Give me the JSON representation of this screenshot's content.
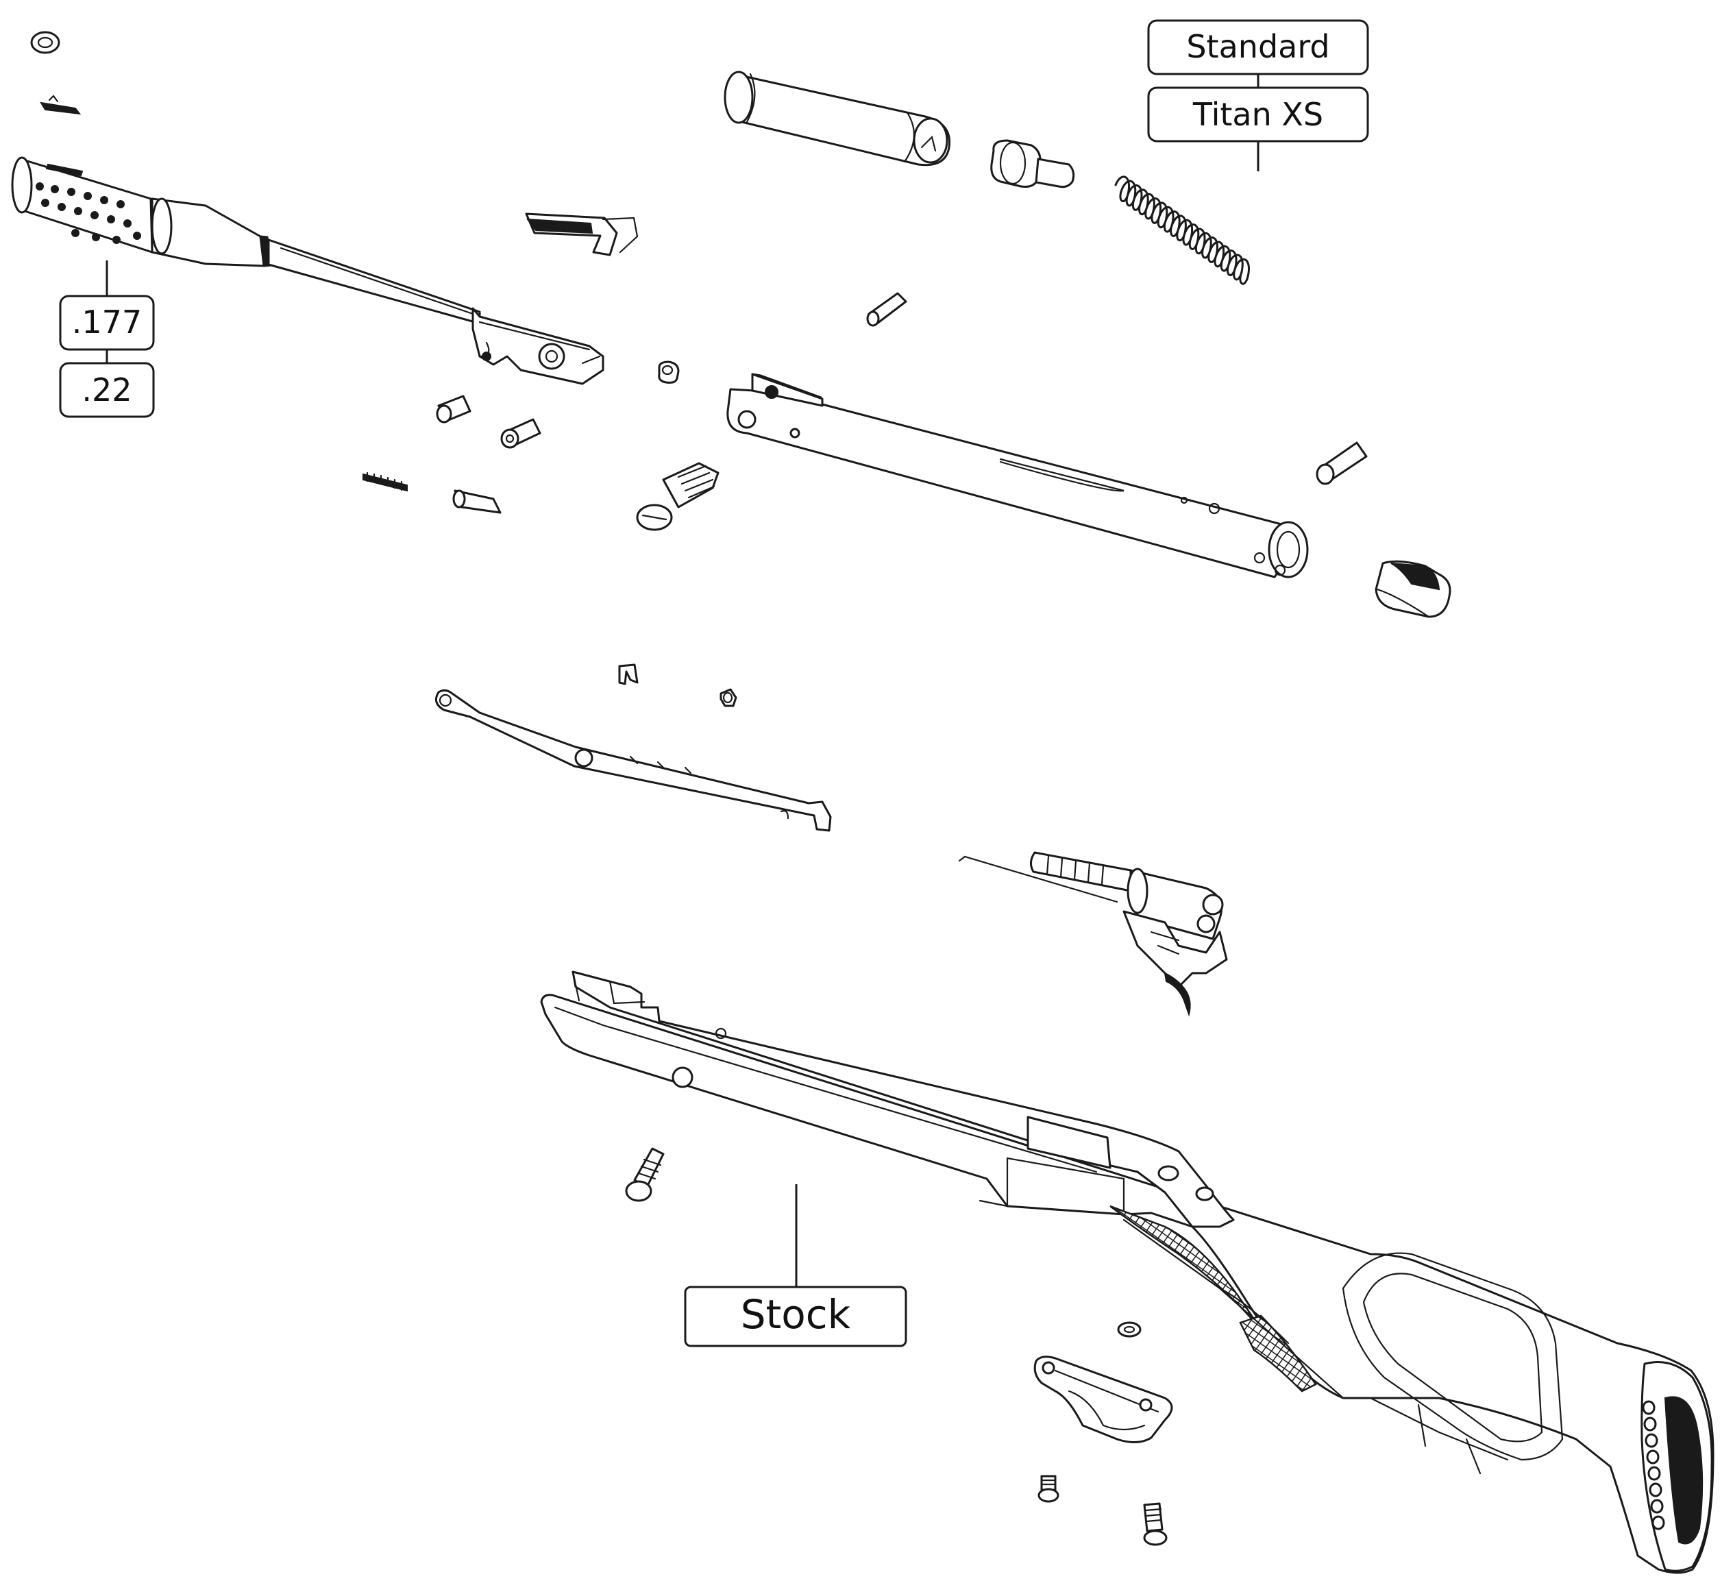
{
  "callouts": {
    "spring_option_1": "Standard",
    "spring_option_2": "Titan XS",
    "caliber_option_1": ".177",
    "caliber_option_2": ".22",
    "stock": "Stock"
  },
  "colors": {
    "line": "#1a1a1a",
    "background": "#ffffff"
  }
}
